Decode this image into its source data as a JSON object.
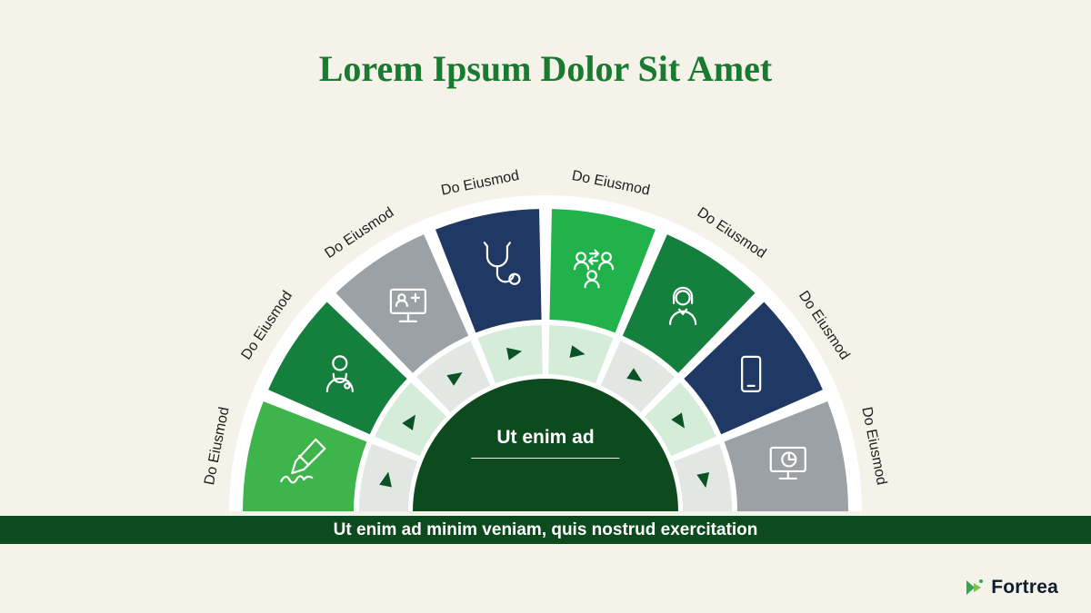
{
  "slide": {
    "title": "Lorem Ipsum Dolor Sit Amet",
    "hub_label": "Ut enim ad",
    "footer": "Ut enim ad minim veniam, quis nostrud exercitation",
    "brand": "Fortrea"
  },
  "colors": {
    "background": "#f5f2e9",
    "title": "#1b7a31",
    "backing": "#ffffff",
    "hub_bg": "#0d4a1e",
    "hub_text": "#ffffff",
    "footer_bg": "#0d4a1e",
    "footer_text": "#ffffff",
    "arrow": "#0b5227",
    "label_text": "#1f1f1f",
    "icon_stroke": "#ffffff",
    "brand_icon": "#2fa84f",
    "brand_text": "#0f1e2e"
  },
  "segments": [
    {
      "label": "Do Eiusmod",
      "icon": "pen-icon",
      "wedge_color": "#3eb54b",
      "ring_color": "#e3e7e4"
    },
    {
      "label": "Do Eiusmod",
      "icon": "doctor-icon",
      "wedge_color": "#157f3d",
      "ring_color": "#d5ecd9"
    },
    {
      "label": "Do Eiusmod",
      "icon": "monitor-medical-icon",
      "wedge_color": "#9ba1a4",
      "ring_color": "#e3e7e4"
    },
    {
      "label": "Do Eiusmod",
      "icon": "stethoscope-icon",
      "wedge_color": "#1f3864",
      "ring_color": "#d5ecd9"
    },
    {
      "label": "Do Eiusmod",
      "icon": "people-arrows-icon",
      "wedge_color": "#21b24c",
      "ring_color": "#d5ecd9"
    },
    {
      "label": "Do Eiusmod",
      "icon": "nurse-icon",
      "wedge_color": "#157f3d",
      "ring_color": "#e3e7e4"
    },
    {
      "label": "Do Eiusmod",
      "icon": "mobile-icon",
      "wedge_color": "#1f3864",
      "ring_color": "#d5ecd9"
    },
    {
      "label": "Do Eiusmod",
      "icon": "monitor-chart-icon",
      "wedge_color": "#9ba1a4",
      "ring_color": "#e3e7e4"
    }
  ]
}
